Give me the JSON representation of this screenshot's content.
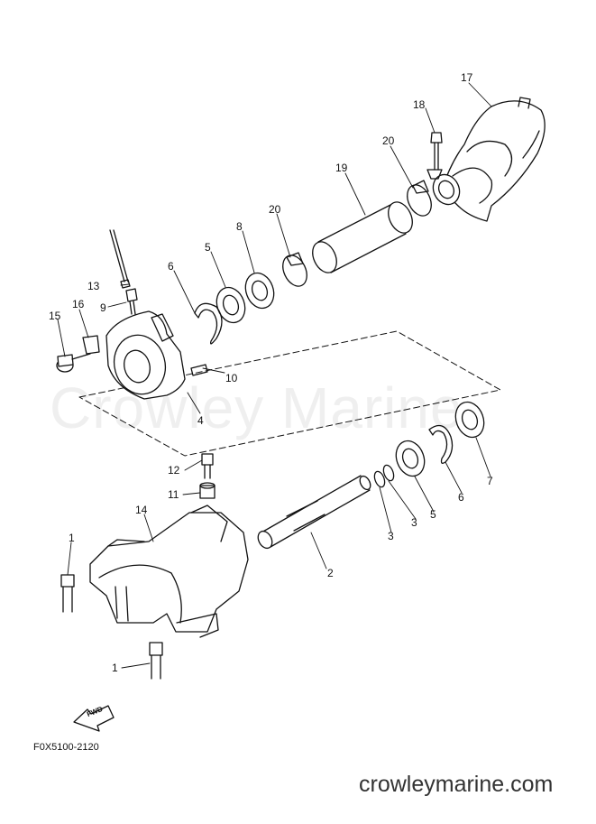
{
  "diagram": {
    "callouts": [
      {
        "id": "c17",
        "label": "17"
      },
      {
        "id": "c18",
        "label": "18"
      },
      {
        "id": "c20a",
        "label": "20"
      },
      {
        "id": "c19",
        "label": "19"
      },
      {
        "id": "c20b",
        "label": "20"
      },
      {
        "id": "c8",
        "label": "8"
      },
      {
        "id": "c5a",
        "label": "5"
      },
      {
        "id": "c6a",
        "label": "6"
      },
      {
        "id": "c13",
        "label": "13"
      },
      {
        "id": "c9",
        "label": "9"
      },
      {
        "id": "c16",
        "label": "16"
      },
      {
        "id": "c15",
        "label": "15"
      },
      {
        "id": "c10",
        "label": "10"
      },
      {
        "id": "c4",
        "label": "4"
      },
      {
        "id": "c12",
        "label": "12"
      },
      {
        "id": "c11",
        "label": "11"
      },
      {
        "id": "c14",
        "label": "14"
      },
      {
        "id": "c1a",
        "label": "1"
      },
      {
        "id": "c1b",
        "label": "1"
      },
      {
        "id": "c2",
        "label": "2"
      },
      {
        "id": "c3a",
        "label": "3"
      },
      {
        "id": "c3b",
        "label": "3"
      },
      {
        "id": "c5b",
        "label": "5"
      },
      {
        "id": "c6b",
        "label": "6"
      },
      {
        "id": "c7",
        "label": "7"
      }
    ],
    "fwd_label": "FWD",
    "figure_code": "F0X5100-2120"
  },
  "watermark": "Crowley Marine",
  "site_name": "crowleymarine.com"
}
